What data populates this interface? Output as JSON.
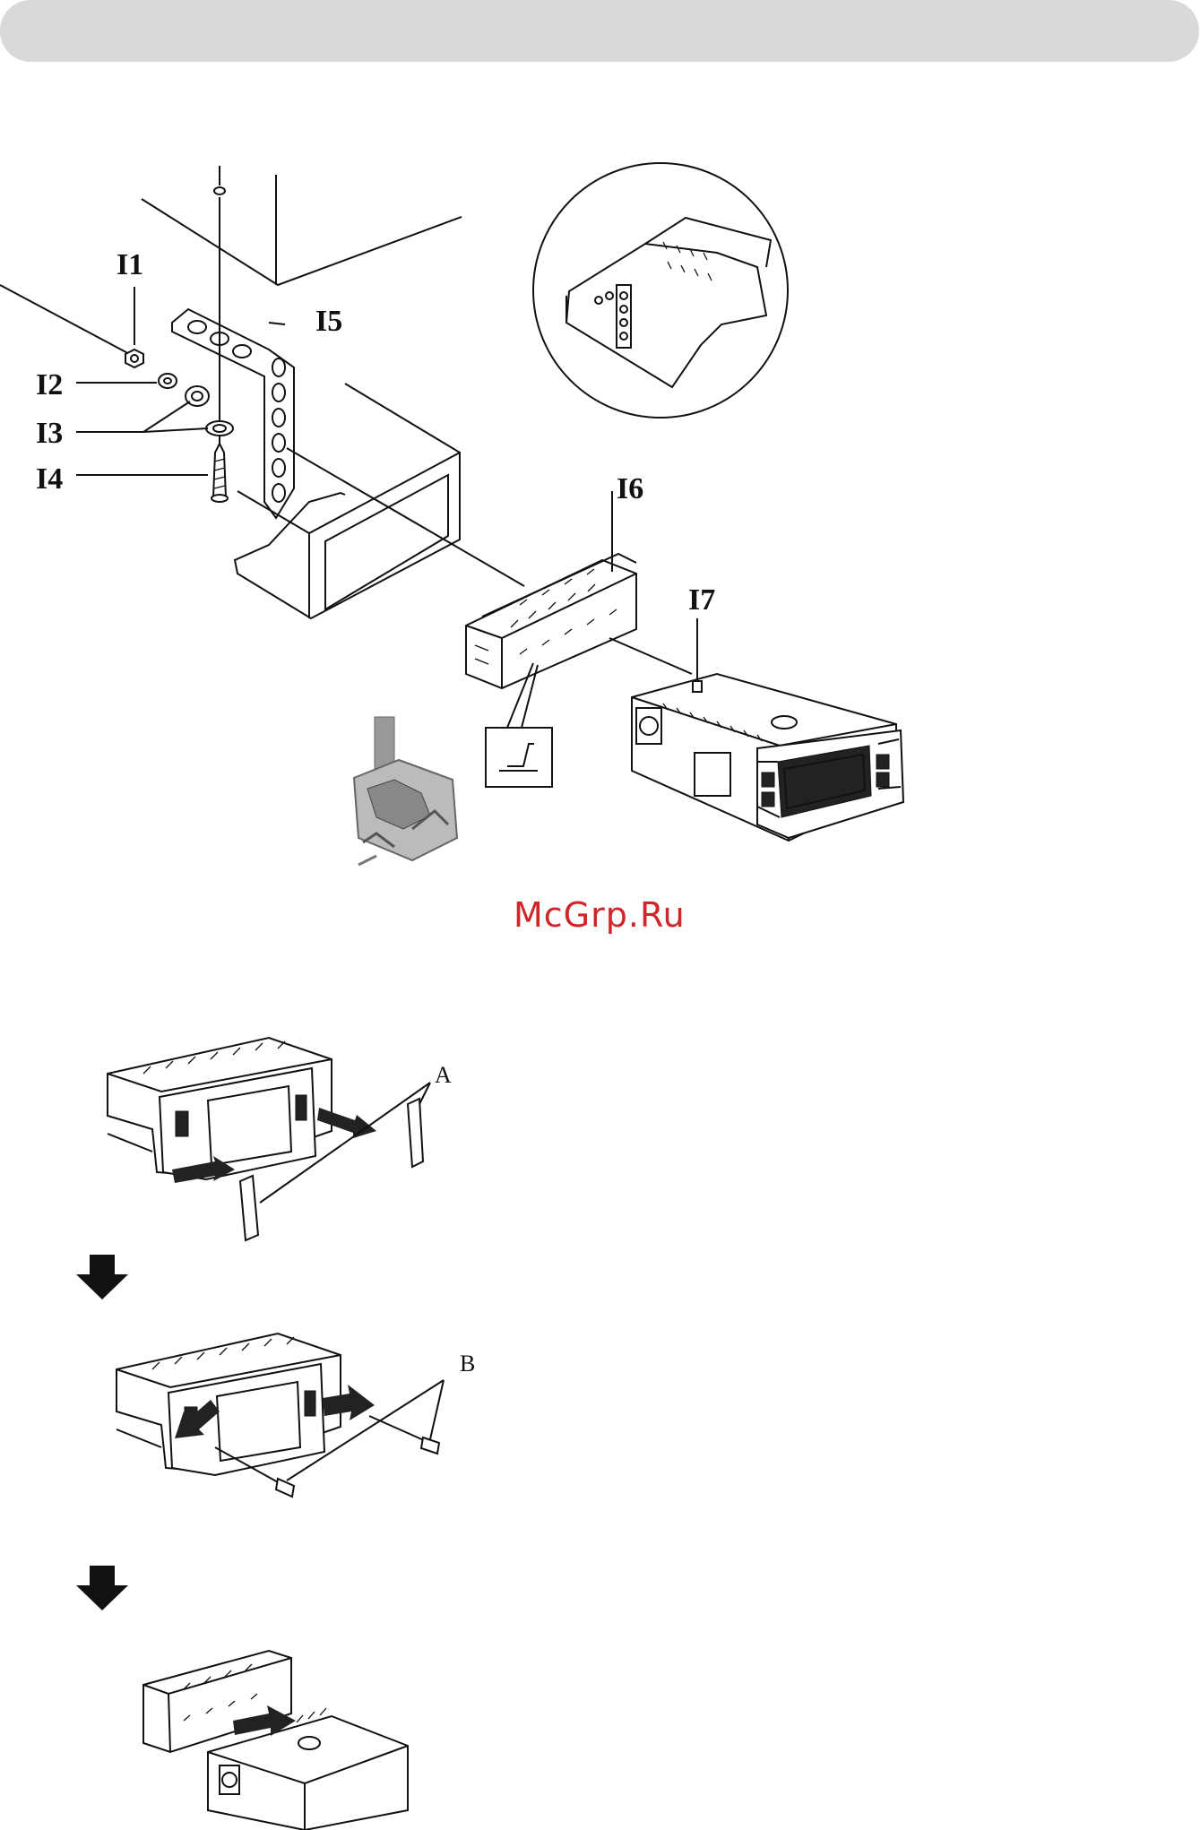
{
  "header": {
    "title": ""
  },
  "watermark": {
    "text": "McGrp.Ru",
    "color": "#d0252b"
  },
  "labels": {
    "i1": "I1",
    "i2": "I2",
    "i3": "I3",
    "i4": "I4",
    "i5": "I5",
    "i6": "I6",
    "i7": "I7",
    "a": "A",
    "b": "B"
  },
  "colors": {
    "header_bar": "#d9d9d9",
    "line": "#111111"
  }
}
